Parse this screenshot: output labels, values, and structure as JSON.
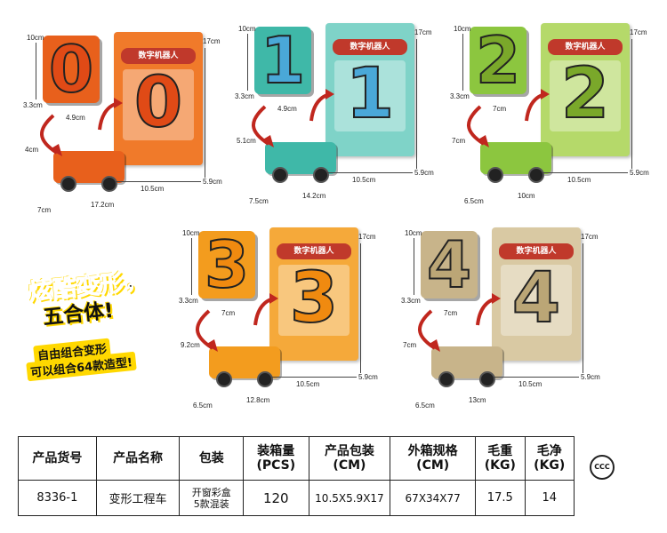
{
  "products": [
    {
      "digit": "0",
      "box_title": "数字机器人",
      "colors": {
        "main": "#e8601c",
        "box": "#f07a2a",
        "digit": "#e04a16"
      },
      "dims": {
        "block_h": "10cm",
        "block_w": "4.9cm",
        "block_d": "3.3cm",
        "box_h": "17cm",
        "box_w": "10.5cm",
        "box_d": "5.9cm",
        "veh_h": "4cm",
        "veh_w": "17.2cm",
        "veh_d": "7cm"
      }
    },
    {
      "digit": "1",
      "box_title": "数字机器人",
      "colors": {
        "main": "#3fb8a8",
        "box": "#7fd3c8",
        "digit": "#4aa8d8"
      },
      "dims": {
        "block_h": "10cm",
        "block_w": "4.9cm",
        "block_d": "3.3cm",
        "box_h": "17cm",
        "box_w": "10.5cm",
        "box_d": "5.9cm",
        "veh_h": "5.1cm",
        "veh_w": "14.2cm",
        "veh_d": "7.5cm"
      }
    },
    {
      "digit": "2",
      "box_title": "数字机器人",
      "colors": {
        "main": "#8cc63f",
        "box": "#b5d96a",
        "digit": "#7aa82a"
      },
      "dims": {
        "block_h": "10cm",
        "block_w": "7cm",
        "block_d": "3.3cm",
        "box_h": "17cm",
        "box_w": "10.5cm",
        "box_d": "5.9cm",
        "veh_h": "7cm",
        "veh_w": "10cm",
        "veh_d": "6.5cm"
      }
    },
    {
      "digit": "3",
      "box_title": "数字机器人",
      "colors": {
        "main": "#f39c1e",
        "box": "#f5a93a",
        "digit": "#f08a10"
      },
      "dims": {
        "block_h": "10cm",
        "block_w": "7cm",
        "block_d": "3.3cm",
        "box_h": "17cm",
        "box_w": "10.5cm",
        "box_d": "5.9cm",
        "veh_h": "9.2cm",
        "veh_w": "12.8cm",
        "veh_d": "6.5cm"
      }
    },
    {
      "digit": "4",
      "box_title": "数字机器人",
      "colors": {
        "main": "#c8b48a",
        "box": "#d9c9a3",
        "digit": "#bba676"
      },
      "dims": {
        "block_h": "10cm",
        "block_w": "7cm",
        "block_d": "3.3cm",
        "box_h": "17cm",
        "box_w": "10.5cm",
        "box_d": "5.9cm",
        "veh_h": "7cm",
        "veh_w": "13cm",
        "veh_d": "6.5cm"
      }
    }
  ],
  "slogan": {
    "line1": "炫酷变形，",
    "line2": "五合体!",
    "line3": "自由组合变形",
    "line4": "可以组合64款造型!"
  },
  "table": {
    "headers": [
      "产品货号",
      "产品名称",
      "包装",
      "装箱量\n(PCS)",
      "产品包装\n(CM)",
      "外箱规格\n(CM)",
      "毛重\n(KG)",
      "毛净\n(KG)"
    ],
    "values": [
      "8336-1",
      "变形工程车",
      "开窗彩盒\n5款混装",
      "120",
      "10.5X5.9X17",
      "67X34X77",
      "17.5",
      "14"
    ]
  },
  "cert_mark": "CCC"
}
